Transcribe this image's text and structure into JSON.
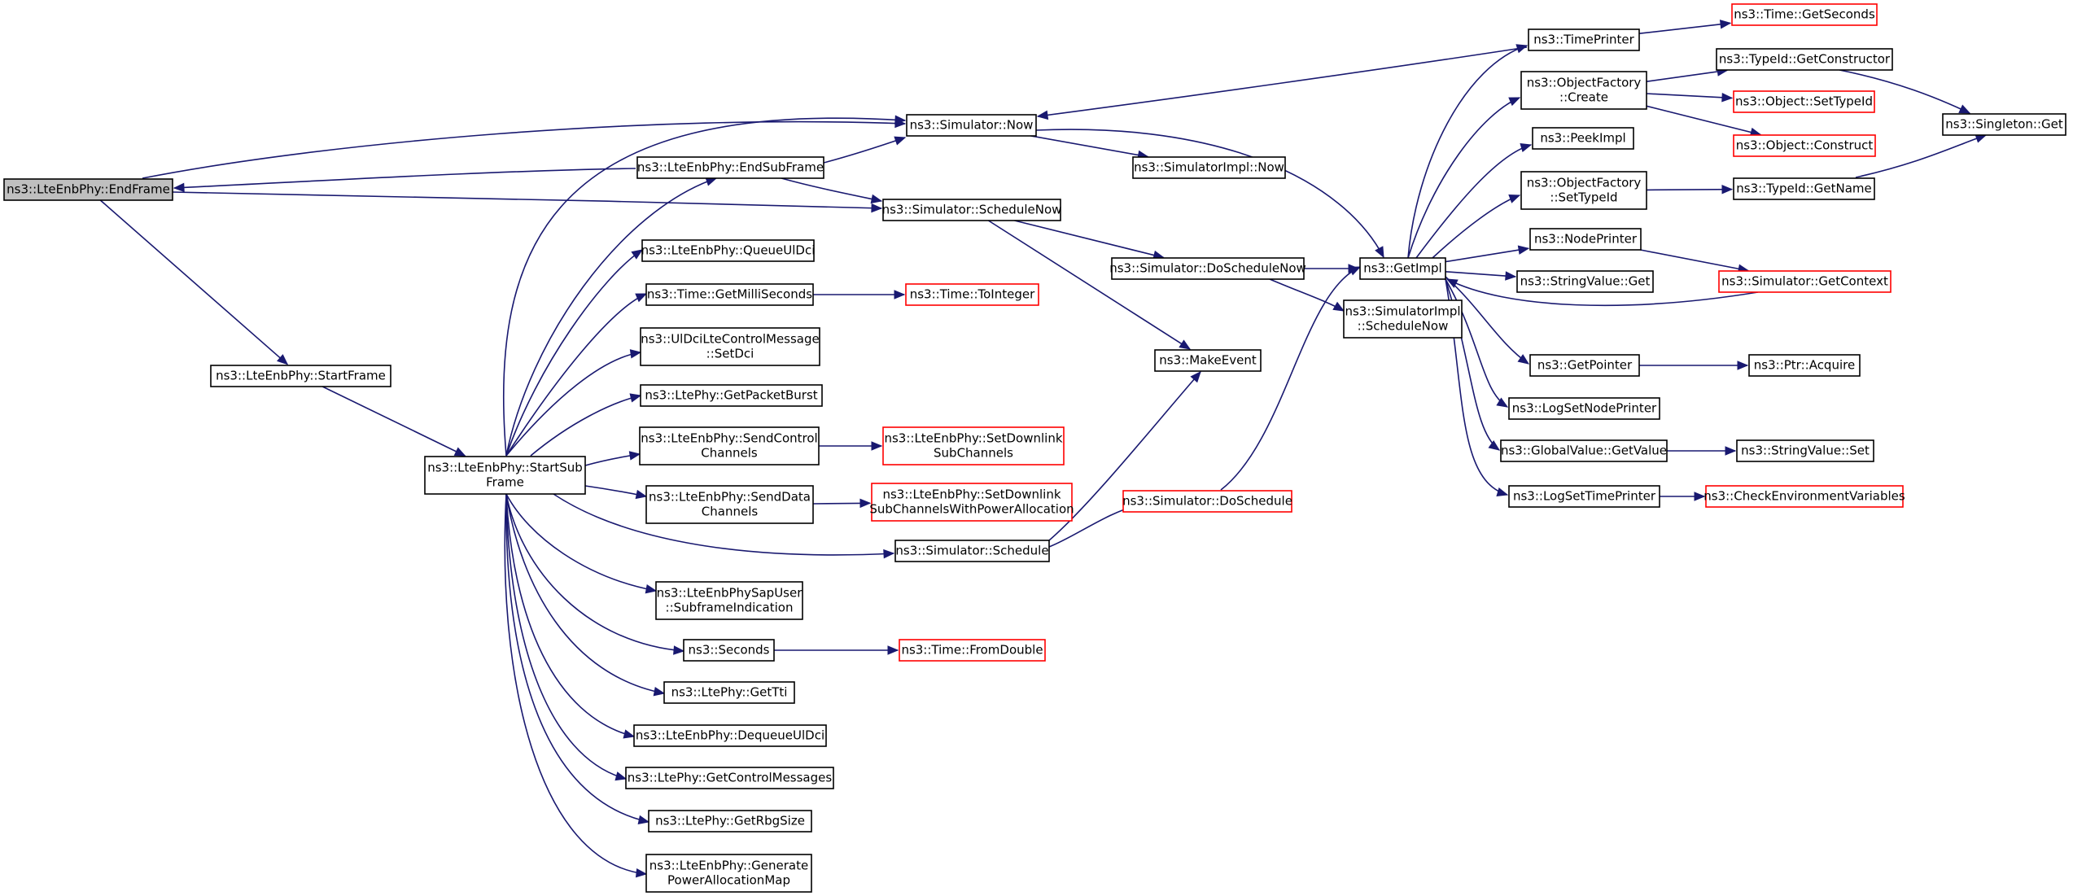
{
  "nodes": [
    {
      "id": "endframe",
      "lines": [
        "ns3::LteEnbPhy::EndFrame"
      ],
      "style": "root"
    },
    {
      "id": "startframe",
      "lines": [
        "ns3::LteEnbPhy::StartFrame"
      ],
      "style": "normal"
    },
    {
      "id": "startsubframe",
      "lines": [
        "ns3::LteEnbPhy::StartSub",
        "Frame"
      ],
      "style": "normal"
    },
    {
      "id": "endsubframe",
      "lines": [
        "ns3::LteEnbPhy::EndSubFrame"
      ],
      "style": "normal"
    },
    {
      "id": "queueuldci",
      "lines": [
        "ns3::LteEnbPhy::QueueUlDci"
      ],
      "style": "normal"
    },
    {
      "id": "getmilliseconds",
      "lines": [
        "ns3::Time::GetMilliSeconds"
      ],
      "style": "normal"
    },
    {
      "id": "setdci",
      "lines": [
        "ns3::UlDciLteControlMessage",
        "::SetDci"
      ],
      "style": "normal"
    },
    {
      "id": "getpacketburst",
      "lines": [
        "ns3::LtePhy::GetPacketBurst"
      ],
      "style": "normal"
    },
    {
      "id": "sendcontrolchannels",
      "lines": [
        "ns3::LteEnbPhy::SendControl",
        "Channels"
      ],
      "style": "normal"
    },
    {
      "id": "senddatachannels",
      "lines": [
        "ns3::LteEnbPhy::SendData",
        "Channels"
      ],
      "style": "normal"
    },
    {
      "id": "subframeindication",
      "lines": [
        "ns3::LteEnbPhySapUser",
        "::SubframeIndication"
      ],
      "style": "normal"
    },
    {
      "id": "seconds",
      "lines": [
        "ns3::Seconds"
      ],
      "style": "normal"
    },
    {
      "id": "gettti",
      "lines": [
        "ns3::LtePhy::GetTti"
      ],
      "style": "normal"
    },
    {
      "id": "dequeueuldci",
      "lines": [
        "ns3::LteEnbPhy::DequeueUlDci"
      ],
      "style": "normal"
    },
    {
      "id": "getcontrolmessages",
      "lines": [
        "ns3::LtePhy::GetControlMessages"
      ],
      "style": "normal"
    },
    {
      "id": "getrbgsize",
      "lines": [
        "ns3::LtePhy::GetRbgSize"
      ],
      "style": "normal"
    },
    {
      "id": "generatepowermap",
      "lines": [
        "ns3::LteEnbPhy::Generate",
        "PowerAllocationMap"
      ],
      "style": "normal"
    },
    {
      "id": "simnow",
      "lines": [
        "ns3::Simulator::Now"
      ],
      "style": "normal"
    },
    {
      "id": "simschedulenow",
      "lines": [
        "ns3::Simulator::ScheduleNow"
      ],
      "style": "normal"
    },
    {
      "id": "toInteger",
      "lines": [
        "ns3::Time::ToInteger"
      ],
      "style": "red"
    },
    {
      "id": "setdownlinksub",
      "lines": [
        "ns3::LteEnbPhy::SetDownlink",
        "SubChannels"
      ],
      "style": "red"
    },
    {
      "id": "setdownlinkpower",
      "lines": [
        "ns3::LteEnbPhy::SetDownlink",
        "SubChannelsWithPowerAllocation"
      ],
      "style": "red"
    },
    {
      "id": "simschedule",
      "lines": [
        "ns3::Simulator::Schedule"
      ],
      "style": "normal"
    },
    {
      "id": "fromdouble",
      "lines": [
        "ns3::Time::FromDouble"
      ],
      "style": "red"
    },
    {
      "id": "simimplnow",
      "lines": [
        "ns3::SimulatorImpl::Now"
      ],
      "style": "normal"
    },
    {
      "id": "doschedulenow",
      "lines": [
        "ns3::Simulator::DoScheduleNow"
      ],
      "style": "normal"
    },
    {
      "id": "makeevent",
      "lines": [
        "ns3::MakeEvent"
      ],
      "style": "normal"
    },
    {
      "id": "doschedule",
      "lines": [
        "ns3::Simulator::DoSchedule"
      ],
      "style": "red"
    },
    {
      "id": "getimpl",
      "lines": [
        "ns3::GetImpl"
      ],
      "style": "normal"
    },
    {
      "id": "simimplschedulenow",
      "lines": [
        "ns3::SimulatorImpl",
        "::ScheduleNow"
      ],
      "style": "normal"
    },
    {
      "id": "timeprinter",
      "lines": [
        "ns3::TimePrinter"
      ],
      "style": "normal"
    },
    {
      "id": "objfactorycreate",
      "lines": [
        "ns3::ObjectFactory",
        "::Create"
      ],
      "style": "normal"
    },
    {
      "id": "peekimpl",
      "lines": [
        "ns3::PeekImpl"
      ],
      "style": "normal"
    },
    {
      "id": "objfactorysettypeid",
      "lines": [
        "ns3::ObjectFactory",
        "::SetTypeId"
      ],
      "style": "normal"
    },
    {
      "id": "nodeprinter",
      "lines": [
        "ns3::NodePrinter"
      ],
      "style": "normal"
    },
    {
      "id": "stringvalueget",
      "lines": [
        "ns3::StringValue::Get"
      ],
      "style": "normal"
    },
    {
      "id": "getpointer",
      "lines": [
        "ns3::GetPointer"
      ],
      "style": "normal"
    },
    {
      "id": "logsetnodeprinter",
      "lines": [
        "ns3::LogSetNodePrinter"
      ],
      "style": "normal"
    },
    {
      "id": "globalvaluegetvalue",
      "lines": [
        "ns3::GlobalValue::GetValue"
      ],
      "style": "normal"
    },
    {
      "id": "logsettimeprinter",
      "lines": [
        "ns3::LogSetTimePrinter"
      ],
      "style": "normal"
    },
    {
      "id": "timegetseconds",
      "lines": [
        "ns3::Time::GetSeconds"
      ],
      "style": "red"
    },
    {
      "id": "typeidgetconstructor",
      "lines": [
        "ns3::TypeId::GetConstructor"
      ],
      "style": "normal"
    },
    {
      "id": "objectsettypeid",
      "lines": [
        "ns3::Object::SetTypeId"
      ],
      "style": "red"
    },
    {
      "id": "objectconstruct",
      "lines": [
        "ns3::Object::Construct"
      ],
      "style": "red"
    },
    {
      "id": "typeidgetname",
      "lines": [
        "ns3::TypeId::GetName"
      ],
      "style": "normal"
    },
    {
      "id": "simgetcontext",
      "lines": [
        "ns3::Simulator::GetContext"
      ],
      "style": "red"
    },
    {
      "id": "ptracquire",
      "lines": [
        "ns3::Ptr::Acquire"
      ],
      "style": "normal"
    },
    {
      "id": "stringvalueset",
      "lines": [
        "ns3::StringValue::Set"
      ],
      "style": "normal"
    },
    {
      "id": "checkenv",
      "lines": [
        "ns3::CheckEnvironmentVariables"
      ],
      "style": "red"
    },
    {
      "id": "singletonget",
      "lines": [
        "ns3::Singleton::Get"
      ],
      "style": "normal"
    }
  ],
  "edges": [
    [
      "endframe",
      "startframe"
    ],
    [
      "endframe",
      "simnow"
    ],
    [
      "endframe",
      "simschedulenow"
    ],
    [
      "startframe",
      "startsubframe"
    ],
    [
      "startsubframe",
      "endsubframe"
    ],
    [
      "startsubframe",
      "queueuldci"
    ],
    [
      "startsubframe",
      "getmilliseconds"
    ],
    [
      "startsubframe",
      "setdci"
    ],
    [
      "startsubframe",
      "getpacketburst"
    ],
    [
      "startsubframe",
      "sendcontrolchannels"
    ],
    [
      "startsubframe",
      "senddatachannels"
    ],
    [
      "startsubframe",
      "simschedule"
    ],
    [
      "startsubframe",
      "subframeindication"
    ],
    [
      "startsubframe",
      "seconds"
    ],
    [
      "startsubframe",
      "gettti"
    ],
    [
      "startsubframe",
      "dequeueuldci"
    ],
    [
      "startsubframe",
      "getcontrolmessages"
    ],
    [
      "startsubframe",
      "getrbgsize"
    ],
    [
      "startsubframe",
      "generatepowermap"
    ],
    [
      "startsubframe",
      "simnow"
    ],
    [
      "endsubframe",
      "endframe"
    ],
    [
      "endsubframe",
      "simnow"
    ],
    [
      "endsubframe",
      "simschedulenow"
    ],
    [
      "getmilliseconds",
      "toInteger"
    ],
    [
      "sendcontrolchannels",
      "setdownlinksub"
    ],
    [
      "senddatachannels",
      "setdownlinkpower"
    ],
    [
      "seconds",
      "fromdouble"
    ],
    [
      "simnow",
      "simimplnow"
    ],
    [
      "simnow",
      "getimpl"
    ],
    [
      "simschedulenow",
      "doschedulenow"
    ],
    [
      "simschedulenow",
      "makeevent"
    ],
    [
      "simschedule",
      "makeevent"
    ],
    [
      "simschedule",
      "doschedule"
    ],
    [
      "doschedulenow",
      "getimpl"
    ],
    [
      "doschedulenow",
      "simimplschedulenow"
    ],
    [
      "doschedule",
      "getimpl"
    ],
    [
      "getimpl",
      "timeprinter"
    ],
    [
      "getimpl",
      "objfactorycreate"
    ],
    [
      "getimpl",
      "peekimpl"
    ],
    [
      "getimpl",
      "objfactorysettypeid"
    ],
    [
      "getimpl",
      "nodeprinter"
    ],
    [
      "getimpl",
      "stringvalueget"
    ],
    [
      "getimpl",
      "getpointer"
    ],
    [
      "getimpl",
      "logsetnodeprinter"
    ],
    [
      "getimpl",
      "globalvaluegetvalue"
    ],
    [
      "getimpl",
      "logsettimeprinter"
    ],
    [
      "timeprinter",
      "simnow"
    ],
    [
      "timeprinter",
      "timegetseconds"
    ],
    [
      "objfactorycreate",
      "typeidgetconstructor"
    ],
    [
      "objfactorycreate",
      "objectsettypeid"
    ],
    [
      "objfactorycreate",
      "objectconstruct"
    ],
    [
      "objfactorysettypeid",
      "typeidgetname"
    ],
    [
      "nodeprinter",
      "simgetcontext"
    ],
    [
      "simgetcontext",
      "getimpl"
    ],
    [
      "getpointer",
      "ptracquire"
    ],
    [
      "globalvaluegetvalue",
      "stringvalueset"
    ],
    [
      "logsettimeprinter",
      "checkenv"
    ],
    [
      "typeidgetconstructor",
      "singletonget"
    ],
    [
      "typeidgetname",
      "singletonget"
    ]
  ],
  "colors": {
    "edge": "#191970",
    "normal_border": "#000000",
    "red_border": "#ff0000",
    "root_fill": "#bfbfbf",
    "normal_fill": "#ffffff"
  }
}
